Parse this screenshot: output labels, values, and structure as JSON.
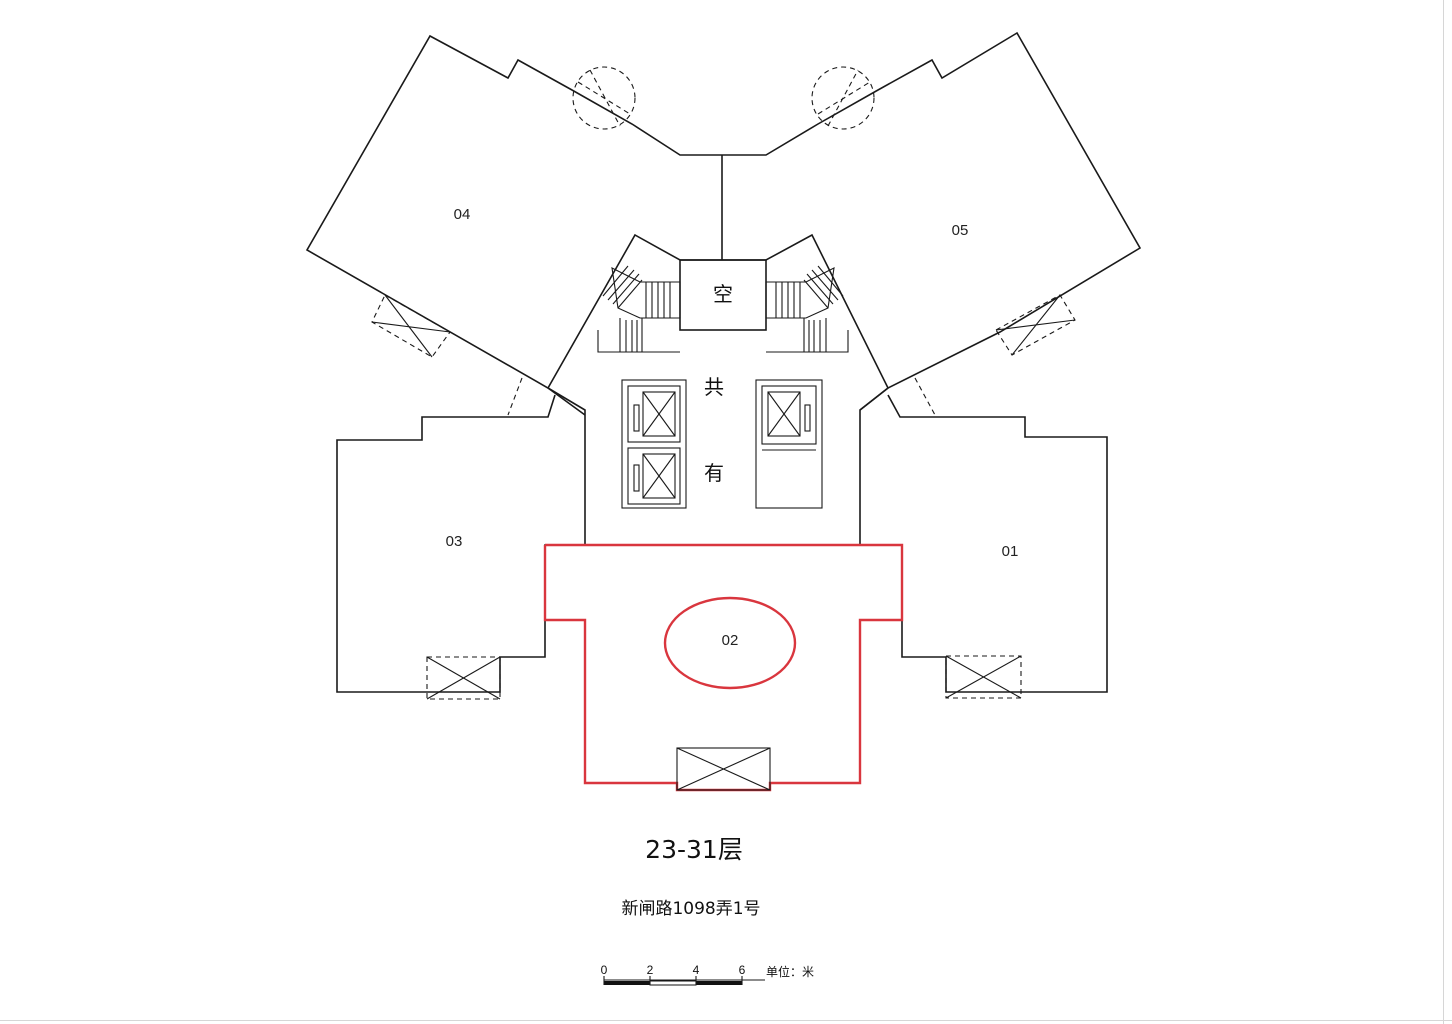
{
  "floor_plan": {
    "units": {
      "u01": "01",
      "u02": "02",
      "u03": "03",
      "u04": "04",
      "u05": "05"
    },
    "core": {
      "kong": "空",
      "gong": "共",
      "you": "有"
    },
    "highlight_color": "#d9363e",
    "line_color": "#1a1a1a"
  },
  "floor_title": "23-31层",
  "address": "新闸路1098弄1号",
  "scale_bar": {
    "ticks": [
      "0",
      "2",
      "4",
      "6"
    ],
    "unit_label": "单位：米"
  }
}
